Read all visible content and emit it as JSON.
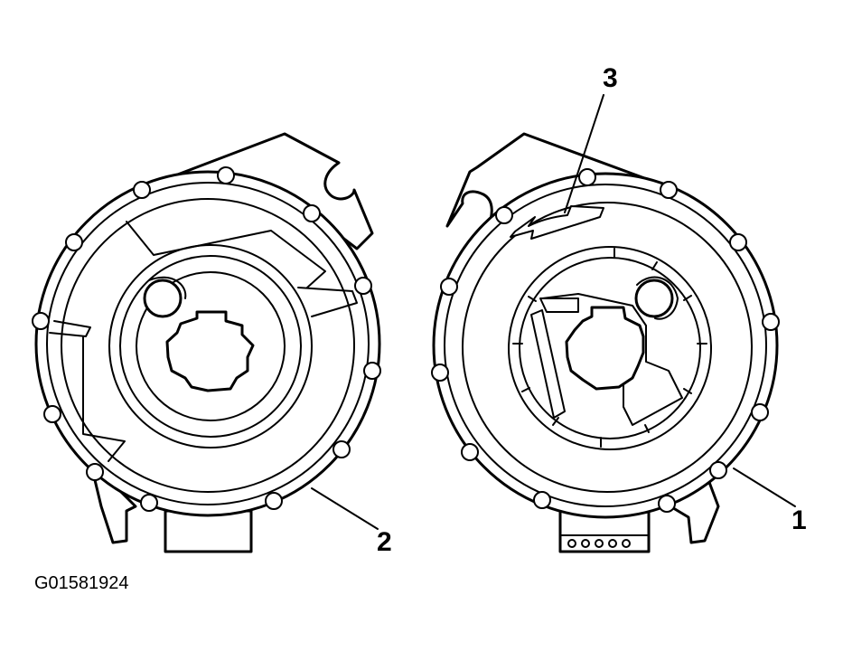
{
  "diagram": {
    "callouts": [
      {
        "id": "1",
        "label": "1"
      },
      {
        "id": "2",
        "label": "2"
      },
      {
        "id": "3",
        "label": "3"
      }
    ],
    "figure_id": "G01581924",
    "colors": {
      "line": "#000000",
      "background": "#ffffff"
    }
  }
}
